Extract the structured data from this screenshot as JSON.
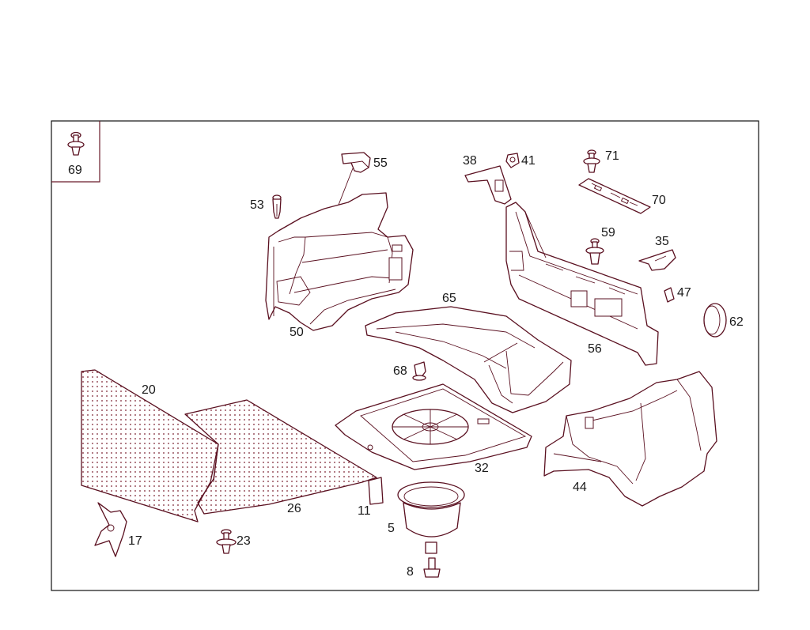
{
  "diagram": {
    "colors": {
      "line": "#5a1020",
      "text": "#1a1a1a",
      "border": "#111111",
      "background": "#ffffff"
    },
    "callouts": {
      "c69": "69",
      "c55": "55",
      "c53": "53",
      "c50": "50",
      "c38": "38",
      "c41": "41",
      "c71": "71",
      "c70": "70",
      "c59": "59",
      "c35": "35",
      "c47": "47",
      "c62": "62",
      "c56": "56",
      "c65": "65",
      "c68": "68",
      "c20": "20",
      "c26": "26",
      "c32": "32",
      "c44": "44",
      "c11": "11",
      "c5": "5",
      "c8": "8",
      "c17": "17",
      "c23": "23"
    }
  }
}
